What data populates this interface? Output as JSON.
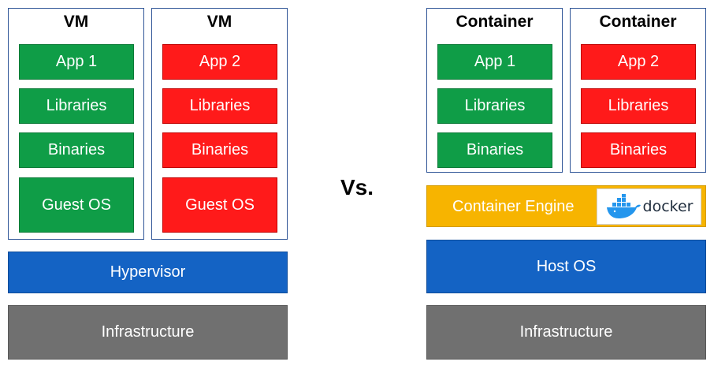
{
  "left": {
    "vm1": {
      "title": "VM",
      "app": "App 1",
      "libraries": "Libraries",
      "binaries": "Binaries",
      "guest_os": "Guest OS"
    },
    "vm2": {
      "title": "VM",
      "app": "App 2",
      "libraries": "Libraries",
      "binaries": "Binaries",
      "guest_os": "Guest OS"
    },
    "hypervisor": "Hypervisor",
    "infrastructure": "Infrastructure"
  },
  "vs_label": "Vs.",
  "right": {
    "c1": {
      "title": "Container",
      "app": "App 1",
      "libraries": "Libraries",
      "binaries": "Binaries"
    },
    "c2": {
      "title": "Container",
      "app": "App 2",
      "libraries": "Libraries",
      "binaries": "Binaries"
    },
    "engine": "Container Engine",
    "docker_logo_text": "docker",
    "host_os": "Host OS",
    "infrastructure": "Infrastructure"
  },
  "colors": {
    "app1_stack": "#0f9d47",
    "app2_stack": "#ff1a1a",
    "platform_layer": "#1463c4",
    "infrastructure": "#707070",
    "container_engine": "#f7b400",
    "frame_border": "#2f5597"
  },
  "icons": {
    "docker_logo": "docker-whale-icon"
  }
}
